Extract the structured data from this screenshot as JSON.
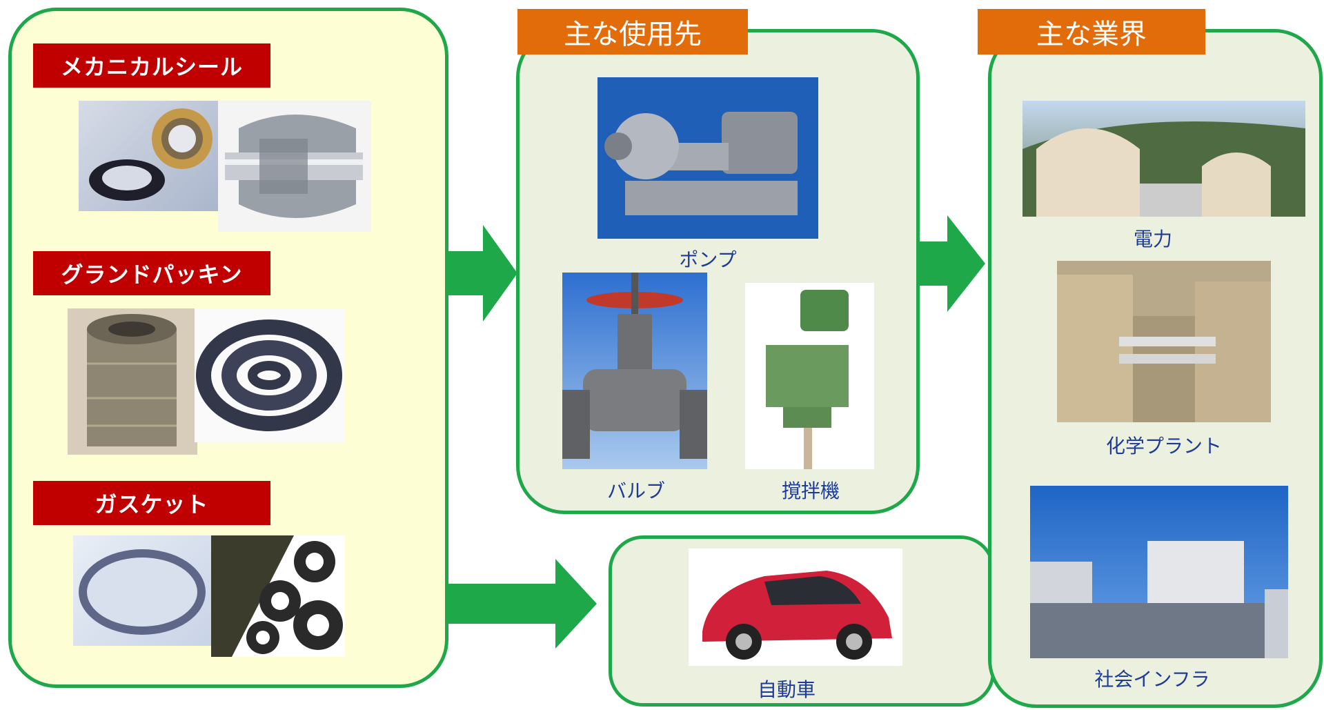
{
  "products": {
    "mechanical_seal": "メカニカルシール",
    "gland_packing": "グランドパッキン",
    "gasket": "ガスケット"
  },
  "usage": {
    "title": "主な使用先",
    "pump": "ポンプ",
    "valve": "バルブ",
    "mixer": "撹拌機",
    "car": "自動車"
  },
  "industries": {
    "title": "主な業界",
    "power": "電力",
    "chemical_plant": "化学プラント",
    "infrastructure": "社会インフラ"
  },
  "colors": {
    "panel_border": "#1ea84a",
    "products_bg": "#fefed4",
    "usage_bg": "#ebf1de",
    "label_red": "#c00000",
    "tab_orange": "#e36c0a",
    "caption_blue": "#1f3b9a",
    "arrow_green": "#1ea84a"
  },
  "icons": [
    "arrow-right-icon"
  ]
}
